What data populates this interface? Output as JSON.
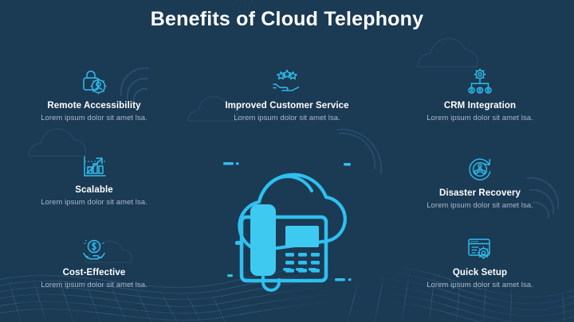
{
  "slide": {
    "title": "Benefits of Cloud Telephony",
    "colors": {
      "background_dark": "#14293e",
      "background_light": "#2b5b82",
      "accent_cyan": "#2fc0ef",
      "heading_text": "#ffffff",
      "body_text": "#a9b9c9",
      "faint_outline": "#1f4a6b"
    }
  },
  "benefits": [
    {
      "id": "remote-accessibility",
      "heading": "Remote Accessibility",
      "description": "Lorem ipsum dolor sit amet lsa.",
      "icon": "lock-user-icon"
    },
    {
      "id": "scalable",
      "heading": "Scalable",
      "description": "Lorem ipsum dolor sit amet lsa.",
      "icon": "growth-chart-arrow-icon"
    },
    {
      "id": "cost-effective",
      "heading": "Cost-Effective",
      "description": "Lorem ipsum dolor sit amet lsa.",
      "icon": "hand-holding-money-icon"
    },
    {
      "id": "improved-customer-service",
      "heading": "Improved Customer Service",
      "description": "Lorem ipsum dolor sit amet lsa.",
      "icon": "hand-stars-rating-icon"
    },
    {
      "id": "crm-integration",
      "heading": "CRM Integration",
      "description": "Lorem ipsum dolor sit amet lsa.",
      "icon": "gear-hierarchy-icon"
    },
    {
      "id": "disaster-recovery",
      "heading": "Disaster Recovery",
      "description": "Lorem ipsum dolor sit amet lsa.",
      "icon": "network-recovery-cycle-icon"
    },
    {
      "id": "quick-setup",
      "heading": "Quick Setup",
      "description": "Lorem ipsum dolor sit amet lsa.",
      "icon": "browser-window-gear-icon"
    }
  ],
  "illustration": {
    "name": "cloud-desk-phone-illustration",
    "elements": [
      "cloud-outline",
      "signal-arc",
      "desk-phone",
      "handset",
      "phone-screen",
      "keypad",
      "dash-accents"
    ]
  }
}
